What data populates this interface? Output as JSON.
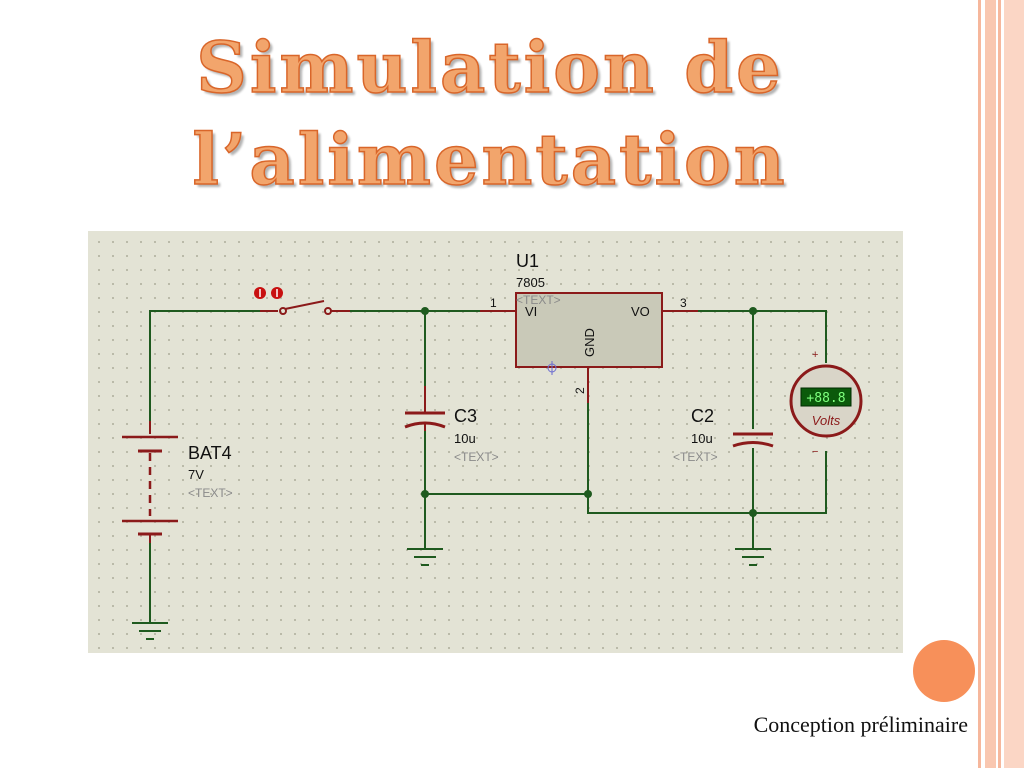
{
  "slide": {
    "title_line1": "Simulation de",
    "title_line2": "l’alimentation",
    "footer": "Conception préliminaire"
  },
  "colors": {
    "accent": "#f7905a",
    "stripe": "#f9c7b0",
    "wire": "#1f5a1f",
    "component": "#8b1a1a",
    "schematic_bg": "#e3e3d5"
  },
  "schematic": {
    "battery": {
      "name": "BAT4",
      "value": "7V",
      "text": "<TEXT>"
    },
    "regulator": {
      "name": "U1",
      "value": "7805",
      "text": "<TEXT>",
      "pin_in": "VI",
      "pin_out": "VO",
      "pin_gnd": "GND",
      "pin_num_in": "1",
      "pin_num_out": "3",
      "pin_num_gnd": "2"
    },
    "capacitor_in": {
      "name": "C3",
      "value": "10u",
      "text": "<TEXT>"
    },
    "capacitor_out": {
      "name": "C2",
      "value": "10u",
      "text": "<TEXT>"
    },
    "voltmeter": {
      "reading": "+88.8",
      "unit": "Volts",
      "plus": "+",
      "minus": "−"
    },
    "switch_icon": "toggle-switch-icon",
    "ground_icon": "ground-icon"
  }
}
